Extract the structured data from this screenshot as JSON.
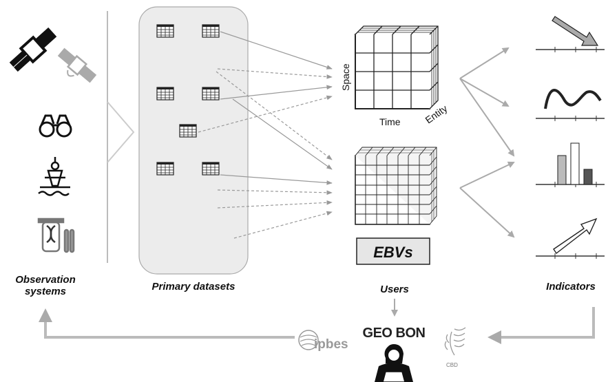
{
  "labels": {
    "observation_line1": "Observation",
    "observation_line2": "systems",
    "primary_datasets": "Primary datasets",
    "users": "Users",
    "indicators": "Indicators",
    "ebvs": "EBVs"
  },
  "cube_axes": {
    "space": "Space",
    "time": "Time",
    "entity": "Entity"
  },
  "logos": {
    "geobon": "GEO BON",
    "ipbes": "ipbes",
    "cbd": "CBD"
  },
  "icons": [
    "satellite-black-icon",
    "satellite-gray-icon",
    "binoculars-icon",
    "ocean-buoy-icon",
    "dna-test-tube-icon",
    "dataset-table-icon",
    "ebv-cube-icon",
    "user-laptop-icon"
  ],
  "colors": {
    "arrow": "#999999",
    "panel_bg": "#ececec",
    "ebv_box_bg": "#e6e6e6",
    "dark": "#222222"
  }
}
